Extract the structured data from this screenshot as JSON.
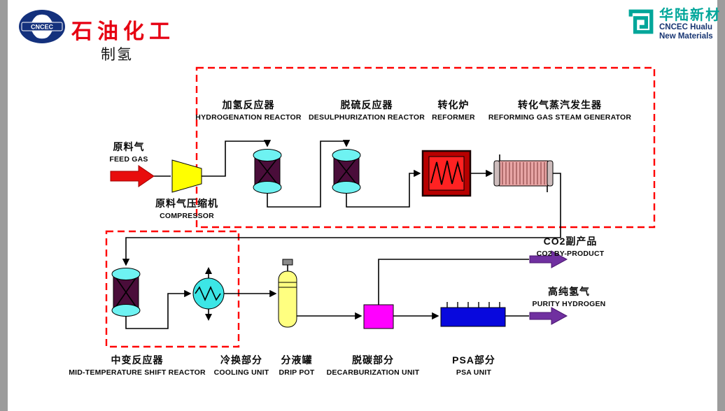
{
  "header": {
    "cncec_logo_text": "CNCEC",
    "brand_left": "石油化工",
    "subtitle": "制氢",
    "hualu": {
      "name_cn": "华陆新材",
      "name_en_line1": "CNCEC Hualu",
      "name_en_line2": "New Materials"
    }
  },
  "diagram": {
    "labels": {
      "feed_gas": {
        "cn": "原料气",
        "en": "FEED GAS"
      },
      "compressor": {
        "cn": "原料气压缩机",
        "en": "COMPRESSOR"
      },
      "hydrogenation": {
        "cn": "加氢反应器",
        "en": "HYDROGENATION REACTOR"
      },
      "desulphurization": {
        "cn": "脱硫反应器",
        "en": "DESULPHURIZATION REACTOR"
      },
      "reformer": {
        "cn": "转化炉",
        "en": "REFORMER"
      },
      "steam_generator": {
        "cn": "转化气蒸汽发生器",
        "en": "REFORMING GAS STEAM GENERATOR"
      },
      "shift_reactor": {
        "cn": "中变反应器",
        "en": "MID-TEMPERATURE SHIFT REACTOR"
      },
      "cooling_unit": {
        "cn": "冷换部分",
        "en": "COOLING UNIT"
      },
      "drip_pot": {
        "cn": "分液罐",
        "en": "DRIP POT"
      },
      "decarburization": {
        "cn": "脱碳部分",
        "en": "DECARBURIZATION UNIT"
      },
      "psa": {
        "cn": "PSA部分",
        "en": "PSA UNIT"
      },
      "co2_byproduct": {
        "cn": "CO2副产品",
        "en": "CO2 BY-PRODUCT"
      },
      "purity_hydrogen": {
        "cn": "高纯氢气",
        "en": "PURITY HYDROGEN"
      }
    },
    "colors": {
      "highlight_box": "#ff0000",
      "feed_arrow": "#e80d0d",
      "product_arrow": "#7030a0",
      "reactor_body": "#4a0d3a",
      "reactor_cap": "#6ef2f2",
      "compressor": "#ffff00",
      "reformer_outer": "#b80000",
      "reformer_inner": "#ff2222",
      "steam_generator": "#e8a5a5",
      "cooler": "#3ce6e6",
      "drip_pot": "#ffff80",
      "decarburization": "#ff00ff",
      "psa": "#0808dd",
      "brand_red": "#e60012",
      "hualu_teal": "#00a69a",
      "hualu_navy": "#173572"
    }
  }
}
